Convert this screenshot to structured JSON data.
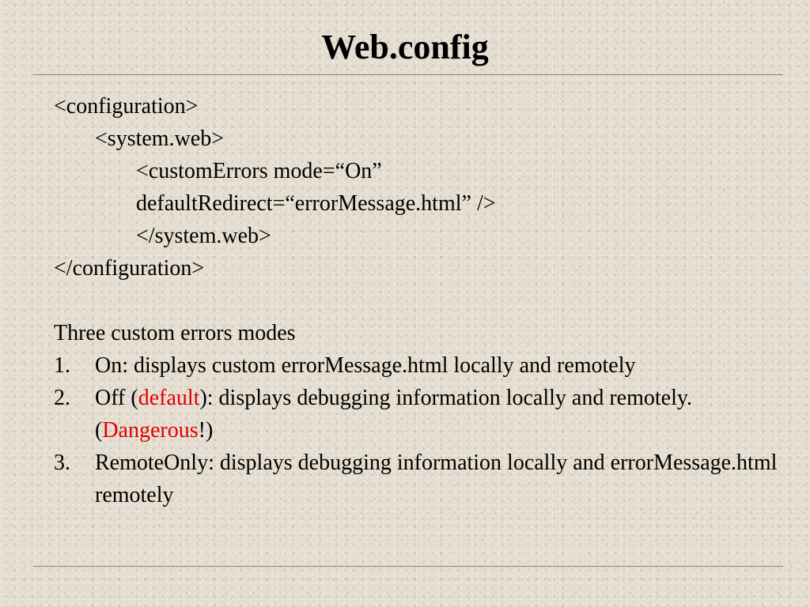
{
  "slide": {
    "title": "Web.config",
    "code_lines": [
      "<configuration>",
      "<system.web>",
      "<customErrors mode=“On”",
      "defaultRedirect=“errorMessage.html” />",
      "</system.web>",
      "</configuration>"
    ],
    "modes_heading": "Three custom errors modes",
    "modes": [
      {
        "number": "1.",
        "text": "On: displays custom errorMessage.html locally and remotely"
      },
      {
        "number": "2.",
        "text_before": "Off (",
        "highlight1": "default",
        "text_middle": "): displays debugging information locally and remotely. (",
        "highlight2": "Dangerous",
        "text_after": "!)"
      },
      {
        "number": "3.",
        "text": "RemoteOnly: displays debugging information locally and errorMessage.html remotely"
      }
    ],
    "colors": {
      "background": "#e4ddd0",
      "text": "#000000",
      "highlight": "#e00000"
    }
  }
}
